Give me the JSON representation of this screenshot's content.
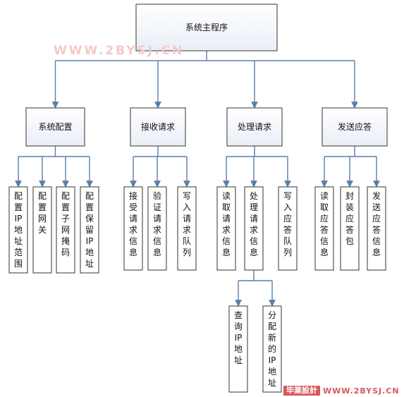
{
  "diagram": {
    "root": "系统主程序",
    "modules": [
      {
        "label": "系统配置",
        "children": [
          "配置IP地址范围",
          "配置网关",
          "配置子网掩码",
          "配置保留IP地址"
        ]
      },
      {
        "label": "接收请求",
        "children": [
          "接受请求信息",
          "验证请求信息",
          "写入请求队列"
        ]
      },
      {
        "label": "处理请求",
        "children": [
          "读取请求信息",
          "处理请求信息",
          "写入应答队列"
        ],
        "grandchildren": [
          "查询IP地址",
          "分配新的IP地址"
        ]
      },
      {
        "label": "发送应答",
        "children": [
          "读取应答信息",
          "封装应答包",
          "发送应答信息"
        ]
      }
    ]
  },
  "watermark": {
    "top": "WWW.2BYSJ.CN",
    "bottom_brand": "毕業設計",
    "bottom_site": "WWW.2BYSJ.CN"
  },
  "colors": {
    "connector": "#5b7ea8",
    "border": "#333333",
    "watermark": "#d65a5a"
  }
}
